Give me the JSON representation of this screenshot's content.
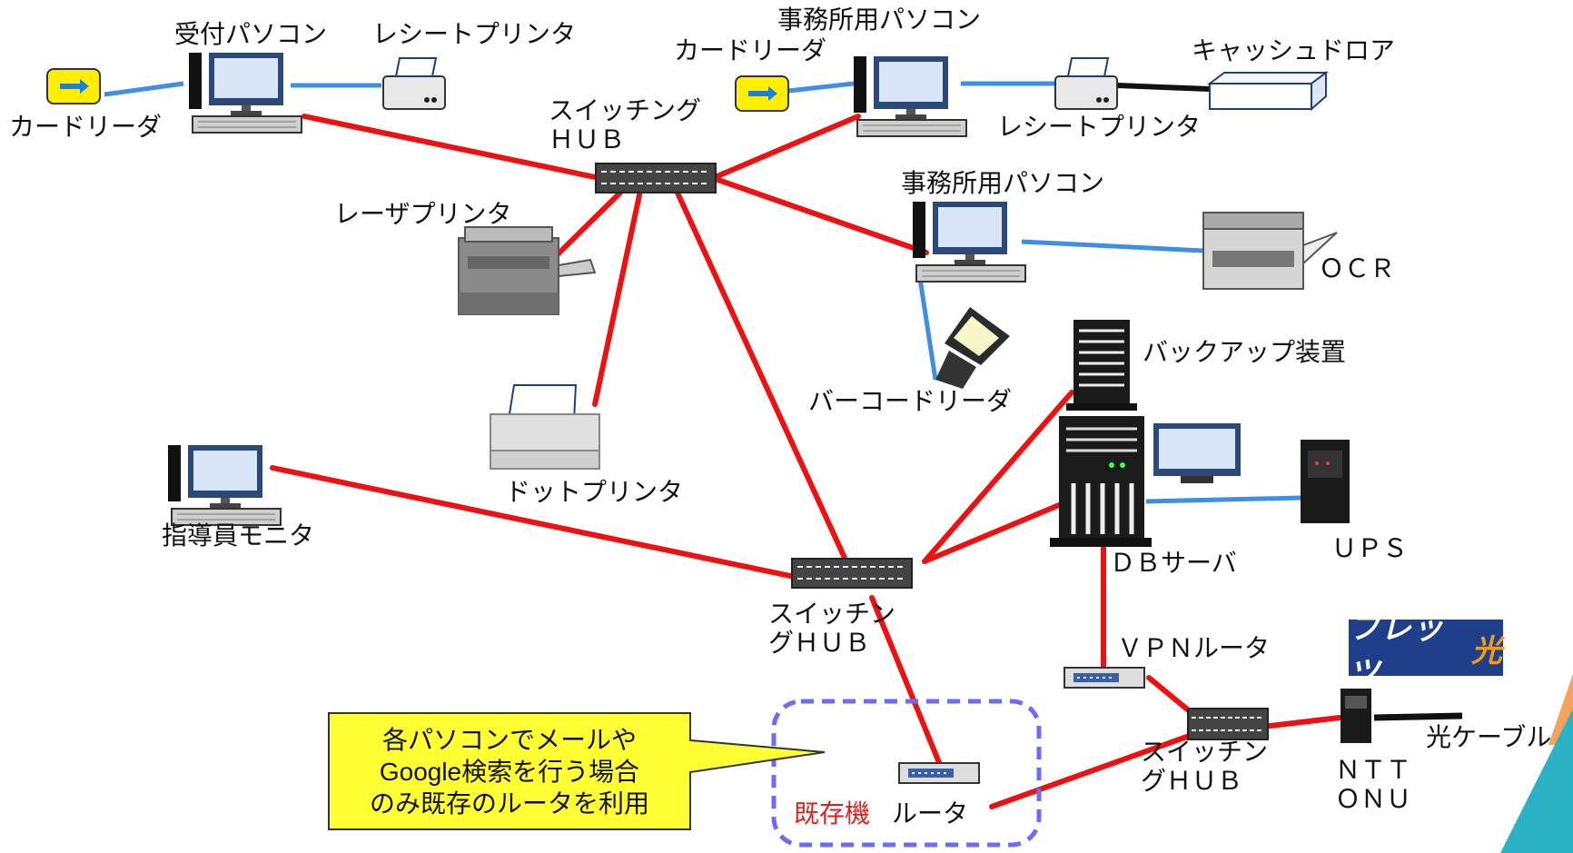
{
  "labels": {
    "reception_pc": "受付パソコン",
    "receipt_printer_1": "レシートプリンタ",
    "card_reader_1": "カードリーダ",
    "office_pc_1": "事務所用パソコン",
    "card_reader_2": "カードリーダ",
    "cash_drawer": "キャッシュドロア",
    "receipt_printer_2": "レシートプリンタ",
    "switch_hub_top": "スイッチング\nＨＵＢ",
    "laser_printer": "レーザプリンタ",
    "office_pc_2": "事務所用パソコン",
    "ocr": "ＯＣＲ",
    "backup": "バックアップ装置",
    "barcode_reader": "バーコードリーダ",
    "dot_printer": "ドットプリンタ",
    "instructor_monitor": "指導員モニタ",
    "db_server": "ＤＢサーバ",
    "ups": "ＵＰＳ",
    "switch_hub_mid": "スイッチン\nグＨＵＢ",
    "vpn_router": "ＶＰＮルータ",
    "switch_hub_right": "スイッチン\nグＨＵＢ",
    "ntt_onu": "ＮＴＴ\nＯＮＵ",
    "optical_cable": "光ケーブル",
    "existing": "既存機",
    "router": "ルータ"
  },
  "callout": {
    "line1": "各パソコンでメールや",
    "line2": "Google検索を行う場合",
    "line3": "のみ既存のルータを利用"
  },
  "logo": {
    "part1": "フレッツ",
    "part2": "光"
  },
  "colors": {
    "lan": "#ee1111",
    "usb": "#3d8fe6",
    "callout_fill": "#ffff33",
    "dashed_box": "#6b6bff",
    "logo_bg": "#1f3f8a"
  }
}
